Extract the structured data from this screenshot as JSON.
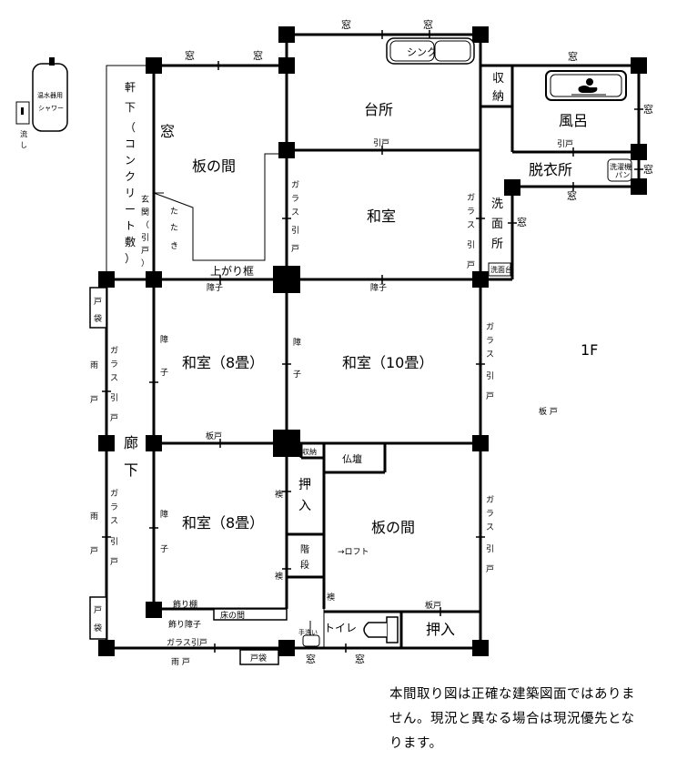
{
  "floor_label": "1F",
  "rooms": {
    "kitchen": "台所",
    "bath": "風呂",
    "dressing": "脱衣所",
    "wash": [
      "洗",
      "面",
      "所"
    ],
    "itanoma_top": "板の間",
    "washitsu_top": "和室",
    "washitsu_8_upper": "和室（8畳）",
    "washitsu_10": "和室（10畳）",
    "washitsu_8_lower": "和室（8畳）",
    "itanoma_bottom": "板の間",
    "corridor": [
      "廊",
      "下"
    ],
    "toilet": "トイレ",
    "oshiire_right": "押入",
    "oshiire_mid": [
      "押",
      "入"
    ],
    "butsudan": "仏壇",
    "stairs": [
      "階",
      "段"
    ],
    "tatami_tokonoma": "床の間",
    "tatami_shelf": "飾り棚",
    "tatami_shoji": "飾り障子",
    "shuno_top": [
      "収",
      "納"
    ],
    "shuno_small": "収納",
    "loft": "→ロフト",
    "tatami_entry": [
      "た",
      "た",
      "き"
    ],
    "hand_wash": "手洗い"
  },
  "fixtures": {
    "sink": "シンク",
    "shower_tank": "温水器用\nシャワー",
    "drain": [
      "流",
      "し"
    ],
    "washer": "洗濯機パン",
    "washstand": "洗面台"
  },
  "labels": {
    "window": "窓",
    "hikido": "引戸",
    "agarigamachi": "上がり框",
    "shoji": "障子",
    "itado": "板戸",
    "glass_hikido_v": [
      "ガ",
      "ラ",
      "ス",
      "引",
      "戸"
    ],
    "glass_hikido_h": "ガラス引戸",
    "amado_h": "雨 戸",
    "amado_v": [
      "雨",
      "戸"
    ],
    "shoji_v": [
      "障",
      "子"
    ],
    "fusuma": "襖",
    "tobukuro": [
      "戸",
      "袋"
    ],
    "tobukuro_h": "戸袋",
    "nokishita": [
      "軒",
      "下",
      "（",
      "コ",
      "ン",
      "ク",
      "リ",
      "ー",
      "ト",
      "敷",
      "）"
    ],
    "genkan": [
      "玄",
      "関",
      "（",
      "引",
      "戸",
      "）"
    ],
    "itado_outside": "板 戸"
  },
  "disclaimer": "本間取り図は正確な建築図面ではありません。現況と異なる場合は現況優先となります。"
}
